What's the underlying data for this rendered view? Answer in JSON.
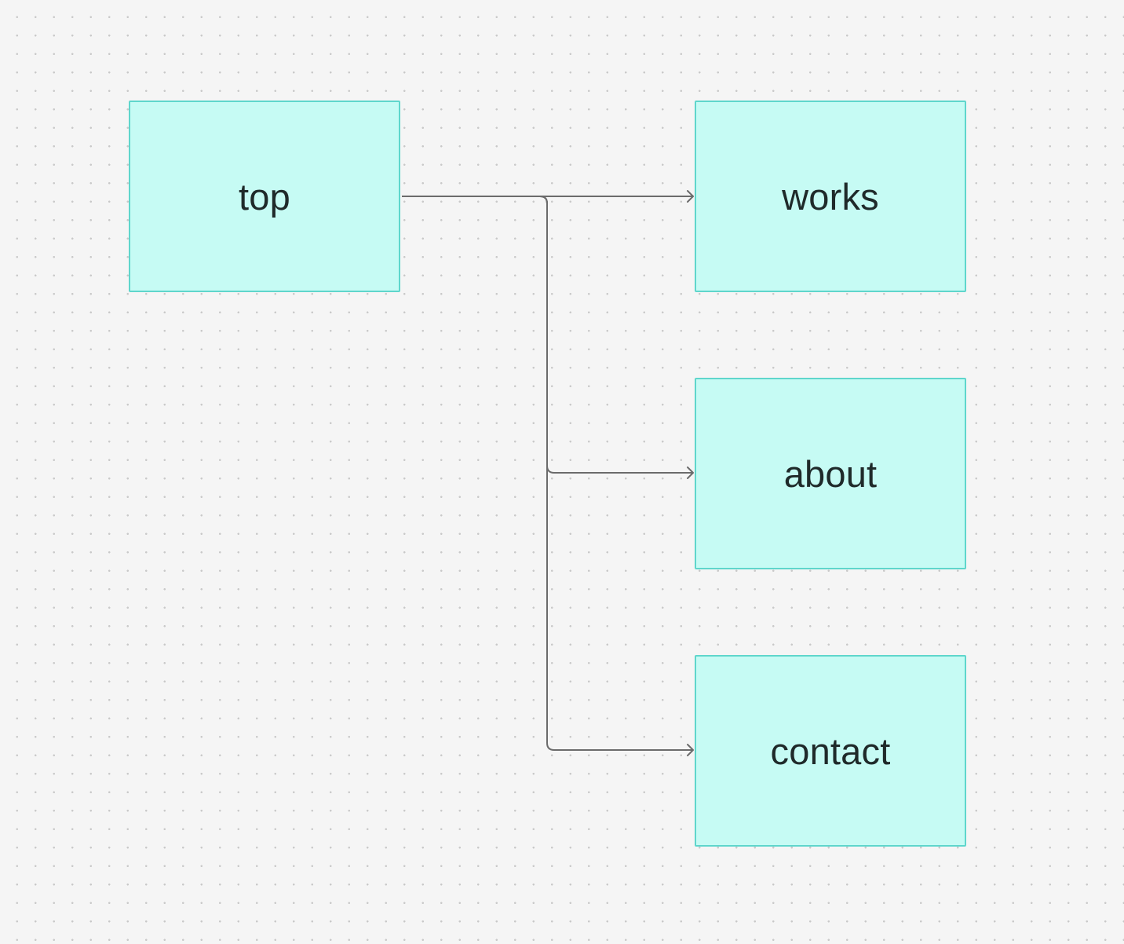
{
  "diagram": {
    "node_fill": "#c6fbf4",
    "node_border": "#5fd6cc",
    "connector_color": "#6b6b6b",
    "nodes": [
      {
        "id": "top",
        "label": "top"
      },
      {
        "id": "works",
        "label": "works"
      },
      {
        "id": "about",
        "label": "about"
      },
      {
        "id": "contact",
        "label": "contact"
      }
    ],
    "edges": [
      {
        "from": "top",
        "to": "works"
      },
      {
        "from": "top",
        "to": "about"
      },
      {
        "from": "top",
        "to": "contact"
      }
    ]
  }
}
